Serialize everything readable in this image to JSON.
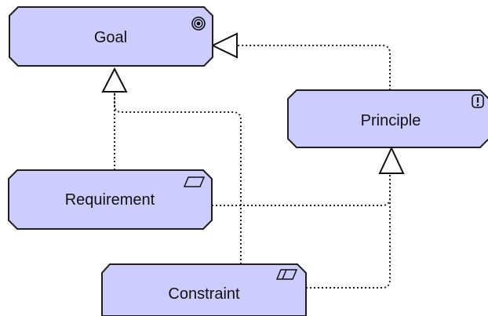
{
  "colors": {
    "element_fill": "#ccccff",
    "element_stroke": "#1f1f1f",
    "connector_stroke": "#222222",
    "background": "#ffffff"
  },
  "nodes": {
    "goal": {
      "label": "Goal",
      "icon": "goal-target-icon"
    },
    "principle": {
      "label": "Principle",
      "icon": "principle-exclamation-icon"
    },
    "requirement": {
      "label": "Requirement",
      "icon": "requirement-parallelogram-icon"
    },
    "constraint": {
      "label": "Constraint",
      "icon": "constraint-parallelogram-icon"
    }
  },
  "relations": [
    {
      "type": "realization",
      "from": "Requirement",
      "to": "Goal"
    },
    {
      "type": "realization",
      "from": "Constraint",
      "to": "Goal"
    },
    {
      "type": "realization",
      "from": "Principle",
      "to": "Goal"
    },
    {
      "type": "realization",
      "from": "Requirement",
      "to": "Principle"
    },
    {
      "type": "realization",
      "from": "Constraint",
      "to": "Principle"
    }
  ]
}
